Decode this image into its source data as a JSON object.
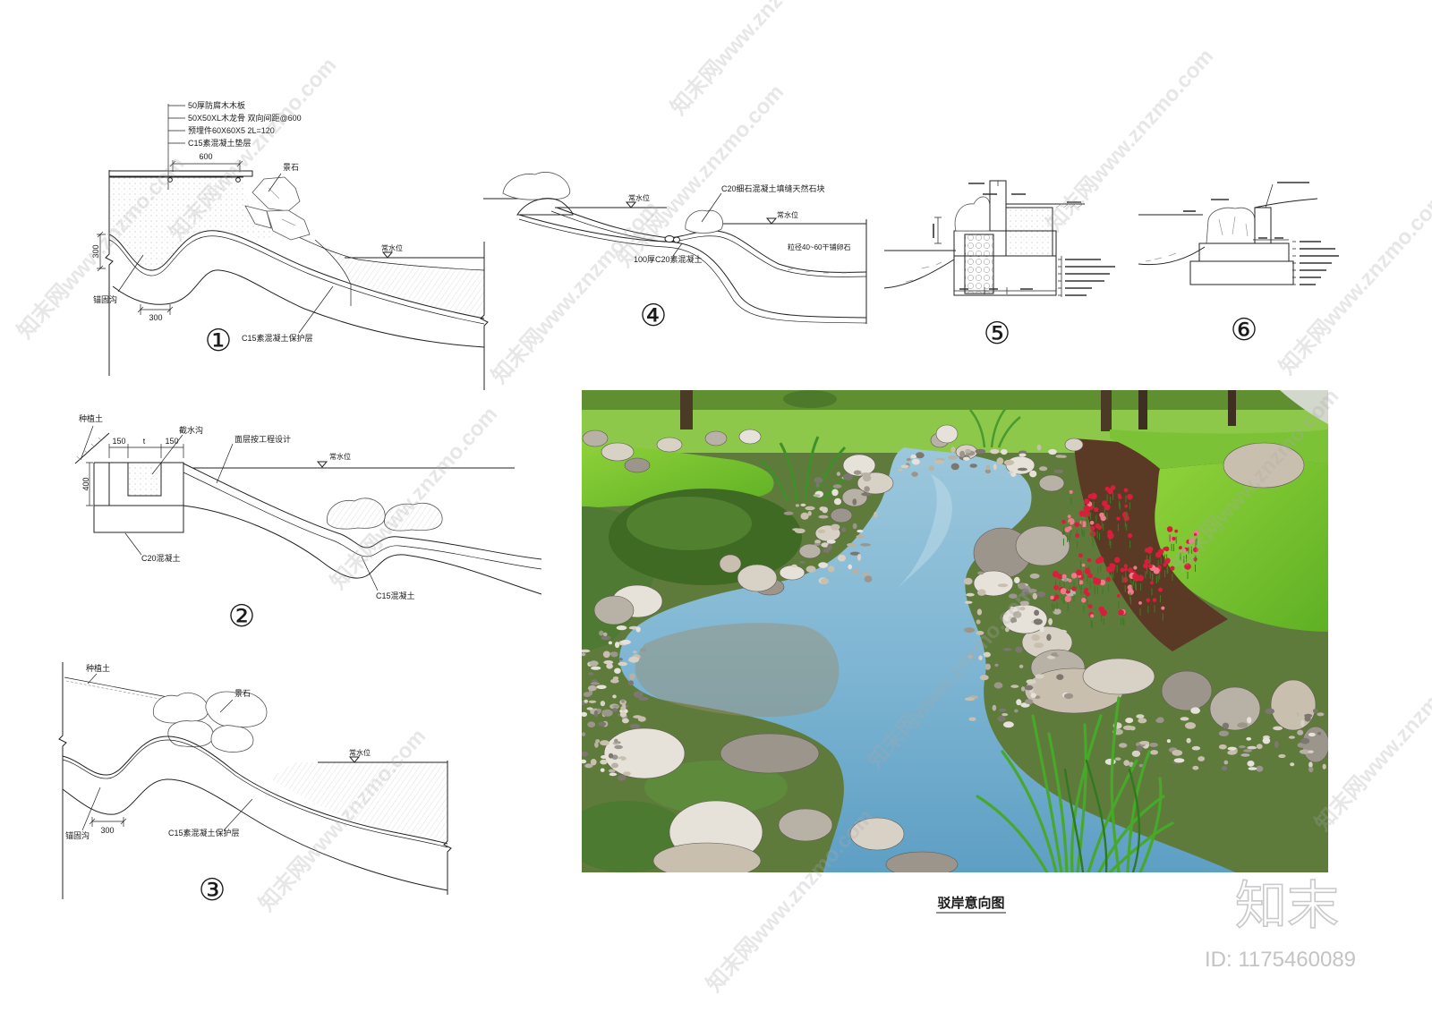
{
  "sheet": {
    "watermark": "知末网www.znzmo.com",
    "logo": "知末",
    "id_label": "ID: 1175460089"
  },
  "section1": {
    "number": "①",
    "callouts": [
      "50厚防腐木木板",
      "50X50XL木龙骨 双向间距@600",
      "预埋件60X60X5 2L=120",
      "C15素混凝土垫层"
    ],
    "dim_deck": "600",
    "rock_label": "景石",
    "water_label": "常水位",
    "dim_height": "300",
    "trench_label": "锚固沟",
    "dim_trench": "300",
    "protect_label": "C15素混凝土保护层"
  },
  "section2": {
    "number": "②",
    "soil_label": "种植土",
    "dims_top": [
      "150",
      "t",
      "150"
    ],
    "channel_label": "截水沟",
    "surface_label": "面层按工程设计",
    "water_label": "常水位",
    "dim_height": "400",
    "base_label": "C20混凝土",
    "slope_label": "C15混凝土"
  },
  "section3": {
    "number": "③",
    "soil_label": "种植土",
    "rock_label": "景石",
    "water_label": "常水位",
    "trench_label": "锚固沟",
    "dim_trench": "300",
    "protect_label": "C15素混凝土保护层"
  },
  "section4": {
    "number": "④",
    "rock_label": "C20细石混凝土填缝天然石块",
    "water_label_left": "常水位",
    "water_label_right": "常水位",
    "base_label": "100厚C20素混凝土",
    "pebble_label": "粒径40~60干铺卵石"
  },
  "section5": {
    "number": "⑤"
  },
  "section6": {
    "number": "⑥"
  },
  "photo": {
    "caption": "驳岸意向图",
    "colors": {
      "lawn": "#72c22e",
      "water": "#7fb6d3",
      "flowers": "#d81e3a",
      "rocks": "#b8b1a5"
    }
  }
}
